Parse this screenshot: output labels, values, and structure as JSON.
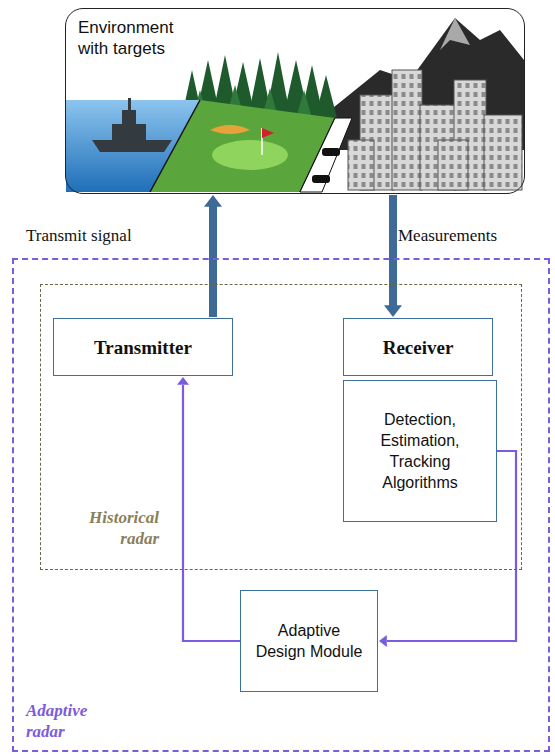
{
  "diagram": {
    "nodes": [
      {
        "text": [
          "Environment with targets"
        ]
      },
      {
        "text": [
          "Adaptive radar"
        ]
      },
      {
        "text": [
          "Historical radar"
        ],
        "in": 1
      },
      {
        "text": [
          "Transmitter"
        ],
        "in": 2
      },
      {
        "text": [
          "Receiver"
        ],
        "in": 2
      },
      {
        "text": [
          "Detection, Estimation, Tracking Algorithms"
        ],
        "in": 2
      },
      {
        "text": [
          "Adaptive Design Module"
        ],
        "in": 1
      }
    ],
    "edges": [
      {
        "from": 3,
        "to": 0,
        "arrow": "to",
        "label": "Transmit signal"
      },
      {
        "from": 0,
        "to": 4,
        "arrow": "to",
        "label": "Measurements"
      },
      {
        "from": 5,
        "to": 6,
        "arrow": "to"
      },
      {
        "from": 6,
        "to": 3,
        "arrow": "to"
      }
    ]
  }
}
